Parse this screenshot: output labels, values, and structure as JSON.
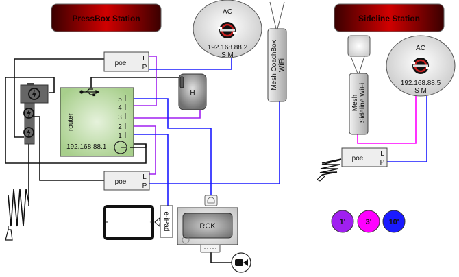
{
  "titles": {
    "pressbox": "PressBox Station",
    "sideline": "Sideline Station"
  },
  "colors": {
    "title_red": "#c00000",
    "title_dark": "#4a0000",
    "wire_blue": "#1a1aff",
    "wire_purple": "#a020f0",
    "wire_magenta": "#ff00ff",
    "wire_black": "#111111",
    "router_green": "#b8d8a0"
  },
  "pressbox": {
    "ac": {
      "label": "AC",
      "ip": "192.168.88.2",
      "ports": "S M"
    },
    "mesh": {
      "line1": "Mesh CoachBox",
      "line2": "WiFi"
    },
    "poe_top": {
      "label": "poe",
      "port_l": "L",
      "port_p": "P"
    },
    "poe_bottom": {
      "label": "poe",
      "port_l": "L",
      "port_p": "P"
    },
    "hub": {
      "label": "H"
    },
    "router": {
      "label": "router",
      "ip": "192.168.88.1",
      "ports": [
        "5",
        "4",
        "3",
        "2",
        "1"
      ]
    },
    "ipad": {
      "label": "e-iPad"
    },
    "rck": {
      "label": "RCK"
    }
  },
  "sideline": {
    "ac": {
      "label": "AC",
      "ip": "192.168.88.5",
      "ports": "S M"
    },
    "mesh": {
      "line1": "Mesh",
      "line2": "Sideline  WiFi"
    },
    "poe": {
      "label": "poe",
      "port_l": "L",
      "port_p": "P"
    }
  },
  "legend": [
    {
      "label": "1'",
      "color": "#a020f0"
    },
    {
      "label": "3'",
      "color": "#ff00ff"
    },
    {
      "label": "10'",
      "color": "#1a1aff"
    }
  ]
}
